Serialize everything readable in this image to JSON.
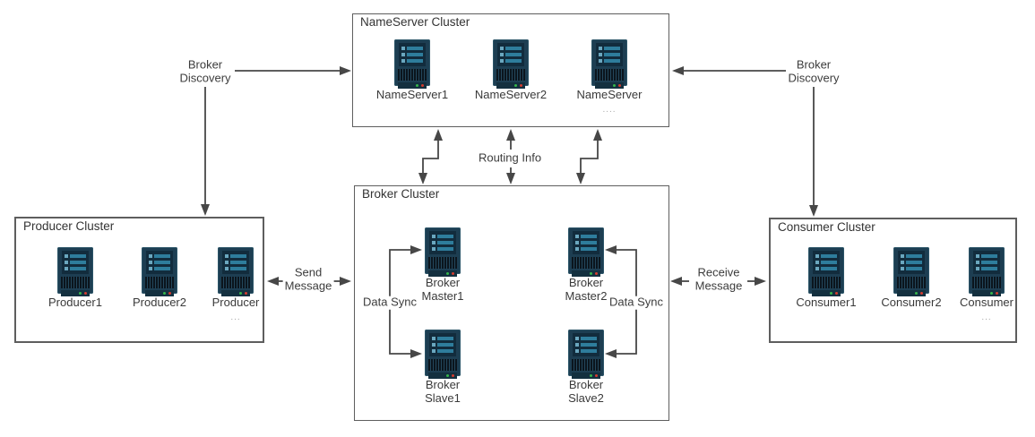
{
  "clusters": {
    "nameserver": {
      "title": "NameServer Cluster",
      "nodes": [
        {
          "label": "NameServer1"
        },
        {
          "label": "NameServer2"
        },
        {
          "label": "NameServer",
          "more": "...."
        }
      ]
    },
    "broker": {
      "title": "Broker Cluster",
      "nodes": [
        {
          "label": "Broker\nMaster1"
        },
        {
          "label": "Broker\nMaster2"
        },
        {
          "label": "Broker\nSlave1"
        },
        {
          "label": "Broker\nSlave2"
        }
      ]
    },
    "producer": {
      "title": "Producer Cluster",
      "nodes": [
        {
          "label": "Producer1"
        },
        {
          "label": "Producer2"
        },
        {
          "label": "Producer",
          "more": "..."
        }
      ]
    },
    "consumer": {
      "title": "Consumer Cluster",
      "nodes": [
        {
          "label": "Consumer1"
        },
        {
          "label": "Consumer2"
        },
        {
          "label": "Consumer",
          "more": "..."
        }
      ]
    }
  },
  "edges": {
    "broker_discovery_left": "Broker\nDiscovery",
    "broker_discovery_right": "Broker\nDiscovery",
    "routing_info": "Routing Info",
    "send_message": "Send\nMessage",
    "receive_message": "Receive\nMessage",
    "data_sync_left": "Data Sync",
    "data_sync_right": "Data Sync"
  },
  "colors": {
    "line": "#474747",
    "box_border": "#5e5e5e",
    "text": "#3c3c3c",
    "server_body": "#1d3e52",
    "server_panel": "#122c3d",
    "server_bar": "#2e7d9c",
    "led_green": "#35b54a",
    "led_red": "#d43b2f"
  }
}
